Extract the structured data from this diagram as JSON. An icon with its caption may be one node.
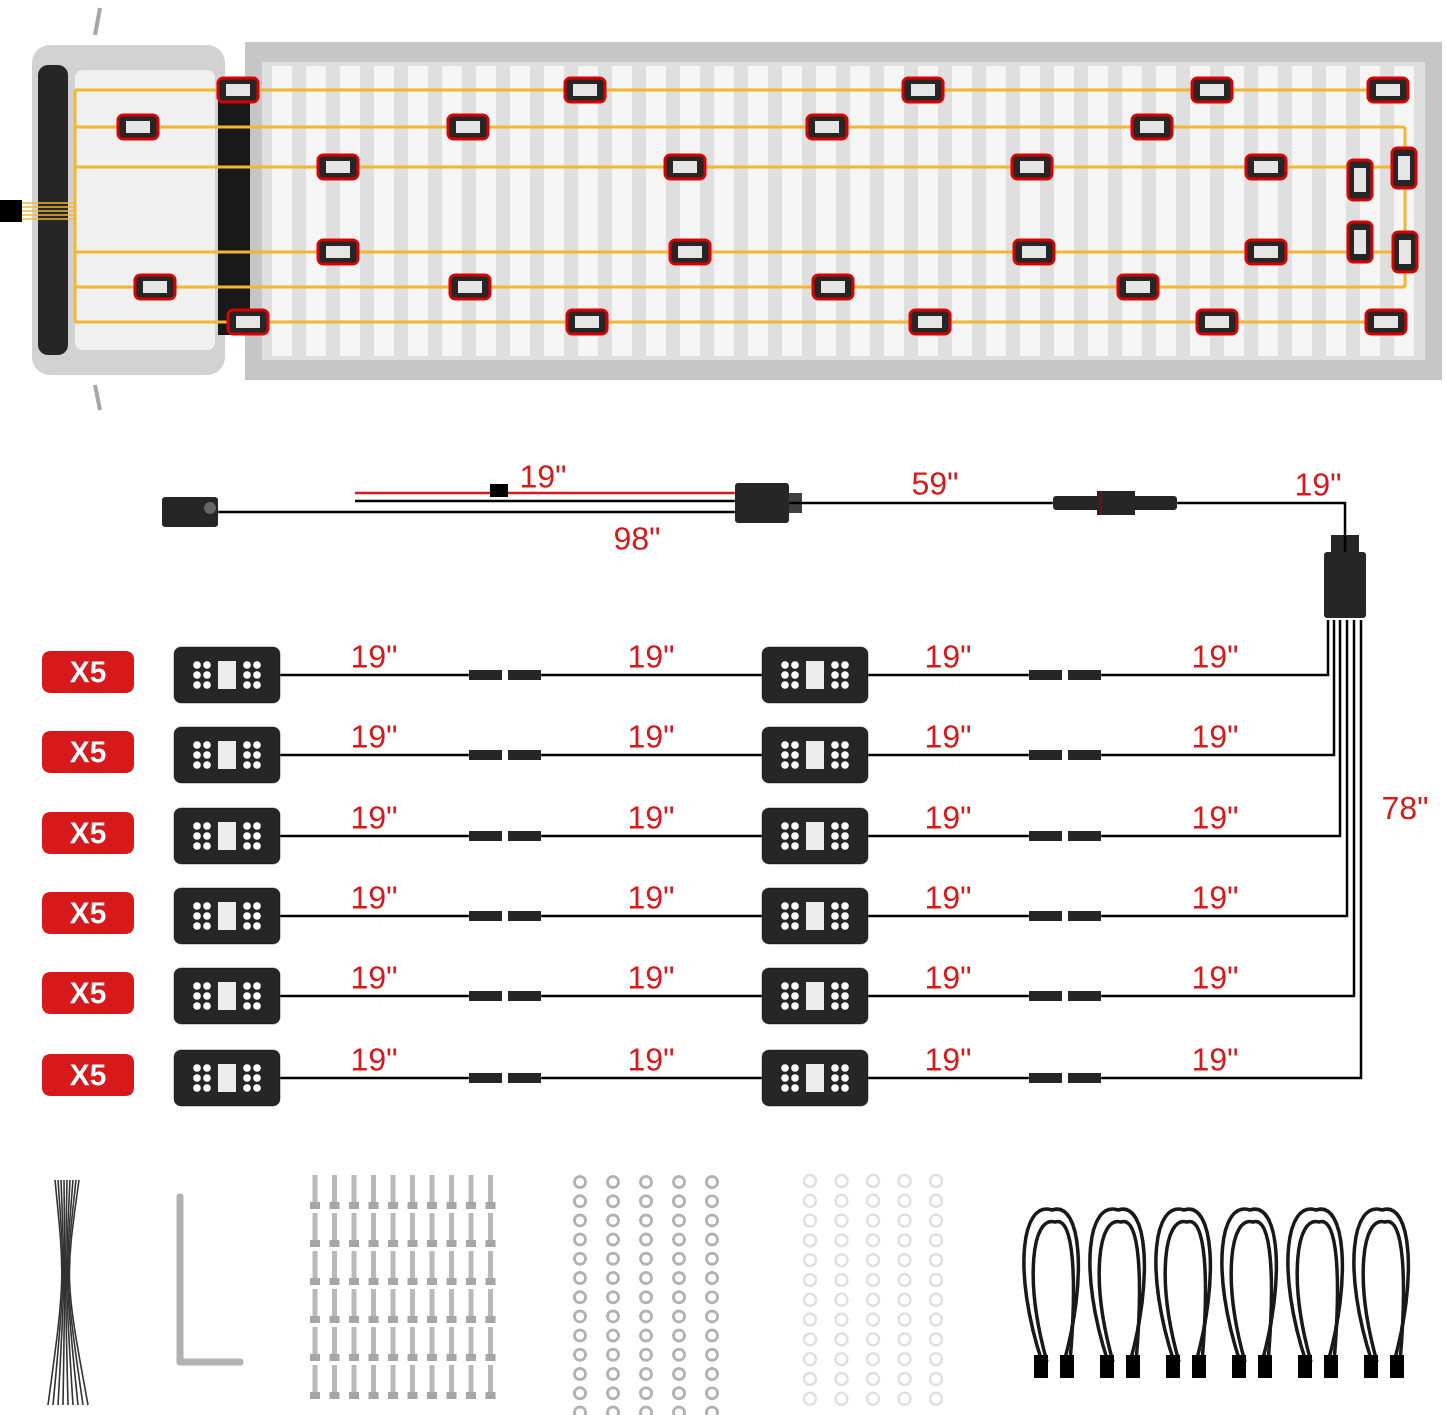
{
  "diagram": {
    "nodes": [
      {
        "text": [],
        "shape": "box"
      },
      {
        "text": [],
        "shape": "box"
      },
      {
        "text": [],
        "shape": "box"
      },
      {
        "text": [],
        "shape": "box"
      },
      {
        "text": [
          "X5"
        ]
      },
      {
        "text": [],
        "shape": "picture"
      },
      {
        "text": [],
        "shape": "box"
      },
      {
        "text": [],
        "shape": "picture"
      },
      {
        "text": [],
        "shape": "box"
      },
      {
        "text": [
          "X5"
        ]
      },
      {
        "text": [],
        "shape": "picture"
      },
      {
        "text": [],
        "shape": "box"
      },
      {
        "text": [],
        "shape": "picture"
      },
      {
        "text": [],
        "shape": "box"
      },
      {
        "text": [
          "X5"
        ]
      },
      {
        "text": [],
        "shape": "picture"
      },
      {
        "text": [],
        "shape": "box"
      },
      {
        "text": [],
        "shape": "picture"
      },
      {
        "text": [],
        "shape": "box"
      },
      {
        "text": [
          "X5"
        ]
      },
      {
        "text": [],
        "shape": "picture"
      },
      {
        "text": [],
        "shape": "box"
      },
      {
        "text": [],
        "shape": "picture"
      },
      {
        "text": [],
        "shape": "box"
      },
      {
        "text": [
          "X5"
        ]
      },
      {
        "text": [],
        "shape": "picture"
      },
      {
        "text": [],
        "shape": "box"
      },
      {
        "text": [],
        "shape": "picture"
      },
      {
        "text": [],
        "shape": "box"
      },
      {
        "text": [
          "X5"
        ]
      },
      {
        "text": [],
        "shape": "picture"
      },
      {
        "text": [],
        "shape": "box"
      },
      {
        "text": [],
        "shape": "picture"
      },
      {
        "text": [],
        "shape": "box"
      }
    ],
    "edges": [
      {
        "from": null,
        "to": 1,
        "arrow": "none",
        "label": "19\"",
        "color": "#d7191c"
      },
      {
        "from": null,
        "to": 1,
        "arrow": "none"
      },
      {
        "from": 0,
        "to": 1,
        "arrow": "none",
        "label": "98\""
      },
      {
        "from": 1,
        "to": 2,
        "arrow": "none",
        "label": "59\""
      },
      {
        "from": 2,
        "to": 3,
        "arrow": "none",
        "label": "19\""
      },
      {
        "from": 5,
        "to": 6,
        "arrow": "none",
        "label": "19\""
      },
      {
        "from": 6,
        "to": 7,
        "arrow": "none",
        "label": "19\""
      },
      {
        "from": 7,
        "to": 8,
        "arrow": "none",
        "label": "19\""
      },
      {
        "from": 8,
        "to": 3,
        "arrow": "none",
        "label": "19\""
      },
      {
        "from": 10,
        "to": 11,
        "arrow": "none",
        "label": "19\""
      },
      {
        "from": 11,
        "to": 12,
        "arrow": "none",
        "label": "19\""
      },
      {
        "from": 12,
        "to": 13,
        "arrow": "none",
        "label": "19\""
      },
      {
        "from": 13,
        "to": 3,
        "arrow": "none",
        "label": "19\""
      },
      {
        "from": 15,
        "to": 16,
        "arrow": "none",
        "label": "19\""
      },
      {
        "from": 16,
        "to": 17,
        "arrow": "none",
        "label": "19\""
      },
      {
        "from": 17,
        "to": 18,
        "arrow": "none",
        "label": "19\""
      },
      {
        "from": 18,
        "to": 3,
        "arrow": "none",
        "label": "19\""
      },
      {
        "from": 20,
        "to": 21,
        "arrow": "none",
        "label": "19\""
      },
      {
        "from": 21,
        "to": 22,
        "arrow": "none",
        "label": "19\""
      },
      {
        "from": 22,
        "to": 23,
        "arrow": "none",
        "label": "19\""
      },
      {
        "from": 23,
        "to": 3,
        "arrow": "none",
        "label": "19\""
      },
      {
        "from": 25,
        "to": 26,
        "arrow": "none",
        "label": "19\""
      },
      {
        "from": 26,
        "to": 27,
        "arrow": "none",
        "label": "19\""
      },
      {
        "from": 27,
        "to": 28,
        "arrow": "none",
        "label": "19\""
      },
      {
        "from": 28,
        "to": 3,
        "arrow": "none",
        "label": "19\""
      },
      {
        "from": 30,
        "to": 31,
        "arrow": "none",
        "label": "19\""
      },
      {
        "from": 31,
        "to": 32,
        "arrow": "none",
        "label": "19\""
      },
      {
        "from": 32,
        "to": 33,
        "arrow": "none",
        "label": "19\""
      },
      {
        "from": 33,
        "to": 3,
        "arrow": "none",
        "label": "19\""
      }
    ],
    "labels": [
      "78\""
    ]
  }
}
